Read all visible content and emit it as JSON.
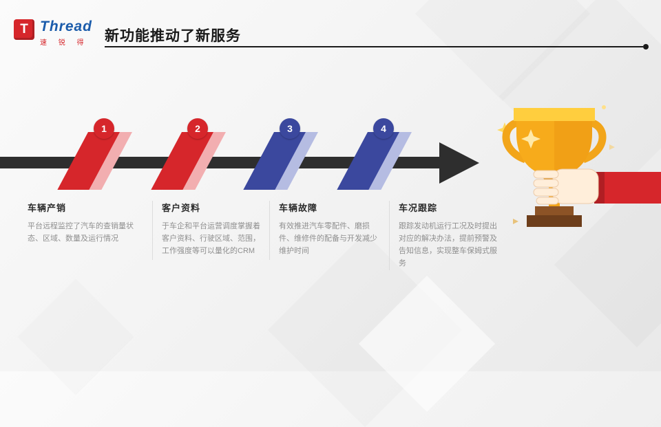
{
  "colors": {
    "red": "#d6262b",
    "blue": "#3b489e",
    "red-light": "#f2aeb0",
    "blue-light": "#b5bce2",
    "arrow": "#2e2e2e",
    "gold": "#f7ab1b"
  },
  "header": {
    "brand": "Thread",
    "brand_initial": "T",
    "brand_sub": "速 锐 得",
    "title": "新功能推动了新服务"
  },
  "steps": [
    {
      "num": "1",
      "heading": "车辆产销",
      "body": "平台远程监控了汽车的查销量状态、区域、数量及运行情况"
    },
    {
      "num": "2",
      "heading": "客户资料",
      "body": "于车企和平台运营调度掌握着客户资料、行驶区域、范围，工作强度等可以量化的CRM"
    },
    {
      "num": "3",
      "heading": "车辆故障",
      "body": "有效推进汽车零配件、磨损件、维修件的配备与开发减少维护时间"
    },
    {
      "num": "4",
      "heading": "车况跟踪",
      "body": "跟踪发动机运行工况及时提出对应的解决办法，提前预警及告知信息，实现整车保姆式服务"
    }
  ]
}
